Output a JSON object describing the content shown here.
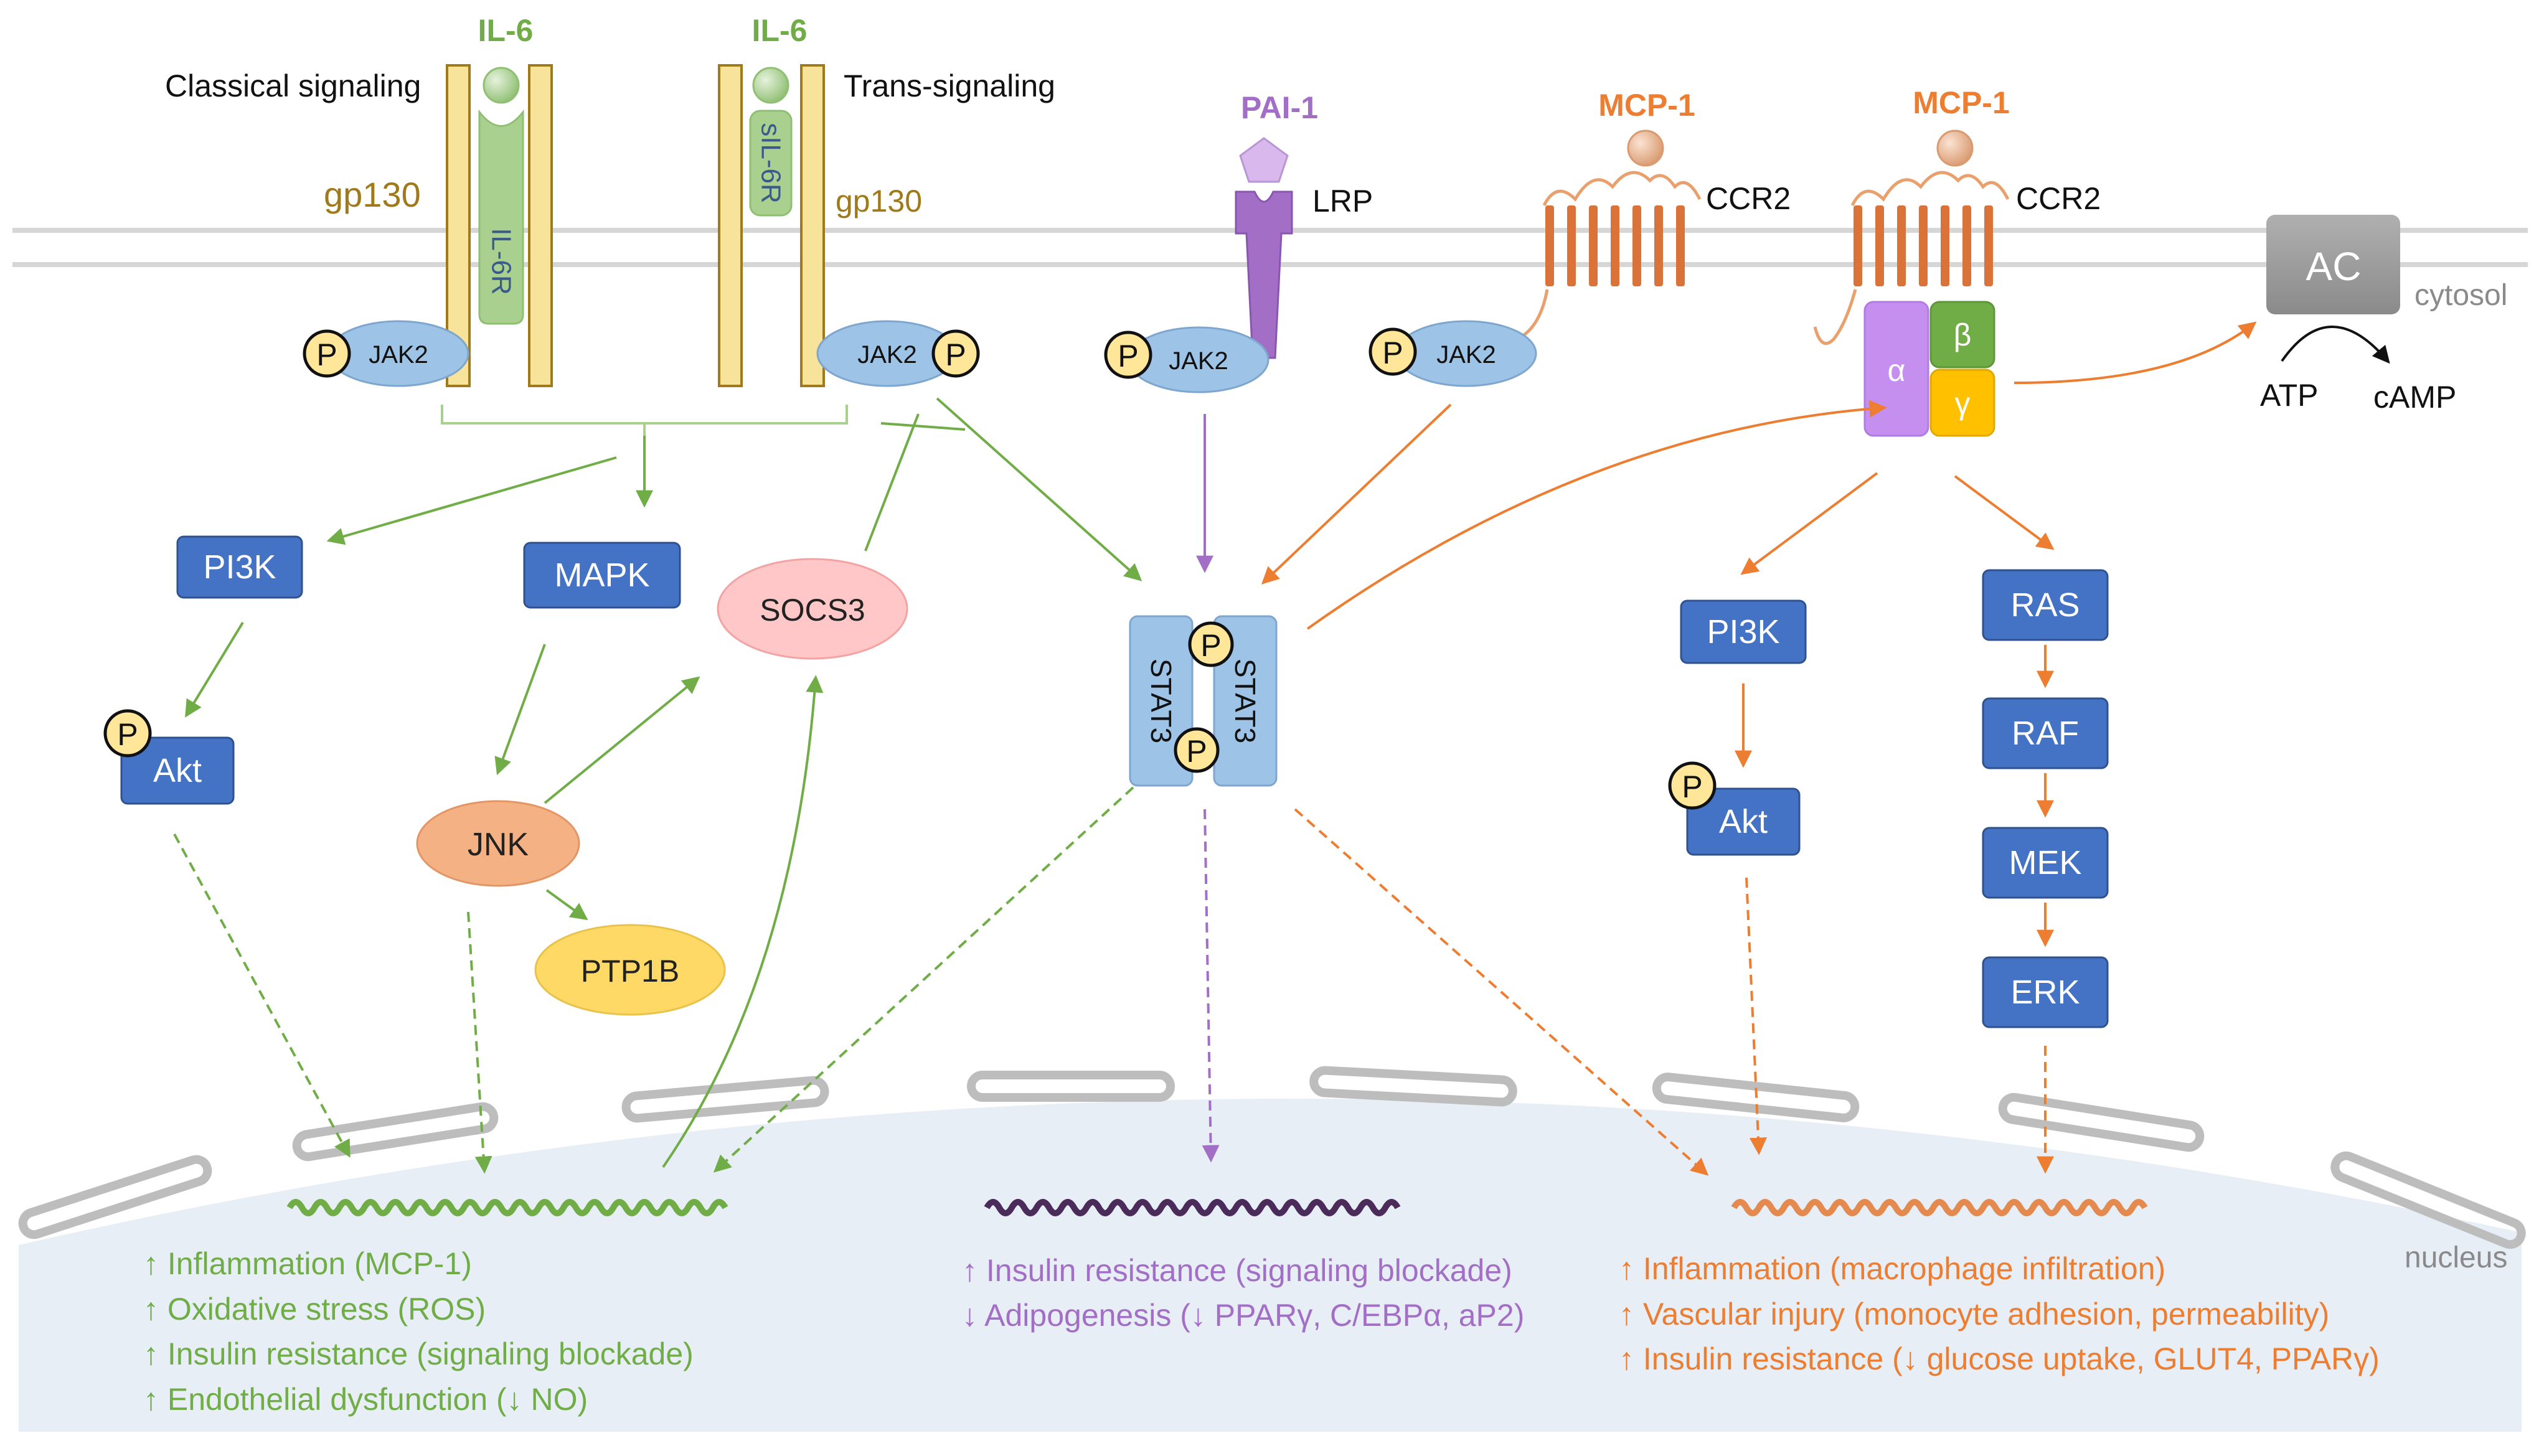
{
  "colors": {
    "green": "#70ad47",
    "purple": "#a36fc6",
    "orange": "#ed7d31",
    "gold": "#a07a1a",
    "blue_box": "#4472c4",
    "nucleus_fill": "#e7eef6"
  },
  "ligands": {
    "il6_left": "IL-6",
    "il6_right": "IL-6",
    "pai1": "PAI-1",
    "mcp1_left": "MCP-1",
    "mcp1_right": "MCP-1"
  },
  "signaling": {
    "classical": "Classical signaling",
    "trans": "Trans-signaling"
  },
  "receptors": {
    "gp130_left": "gp130",
    "gp130_right": "gp130",
    "il6r": "IL-6R",
    "sil6r": "sIL-6R",
    "lrp": "LRP",
    "ccr2_left": "CCR2",
    "ccr2_right": "CCR2"
  },
  "jak": {
    "jak2_a": "JAK2",
    "jak2_b": "JAK2",
    "jak2_c": "JAK2",
    "jak2_d": "JAK2"
  },
  "phospho": "P",
  "gprotein": {
    "alpha": "α",
    "beta": "β",
    "gamma": "γ"
  },
  "ac": {
    "label": "AC",
    "atp": "ATP",
    "camp": "cAMP",
    "cytosol": "cytosol"
  },
  "nodes": {
    "pi3k_left": "PI3K",
    "mapk": "MAPK",
    "socs3": "SOCS3",
    "akt_left": "Akt",
    "jnk": "JNK",
    "ptp1b": "PTP1B",
    "stat3_a": "STAT3",
    "stat3_b": "STAT3",
    "pi3k_right": "PI3K",
    "akt_right": "Akt",
    "ras": "RAS",
    "raf": "RAF",
    "mek": "MEK",
    "erk": "ERK"
  },
  "nucleus": "nucleus",
  "outcomes": {
    "il6": [
      "↑ Inflammation (MCP-1)",
      "↑ Oxidative stress (ROS)",
      "↑ Insulin resistance (signaling blockade)",
      "↑ Endothelial dysfunction (↓ NO)"
    ],
    "pai1": [
      "↑ Insulin resistance (signaling blockade)",
      "↓ Adipogenesis (↓ PPARγ, C/EBPα, aP2)"
    ],
    "mcp1": [
      "↑ Inflammation (macrophage infiltration)",
      "↑ Vascular injury (monocyte adhesion, permeability)",
      "↑ Insulin resistance (↓ glucose uptake, GLUT4, PPARγ)"
    ]
  }
}
